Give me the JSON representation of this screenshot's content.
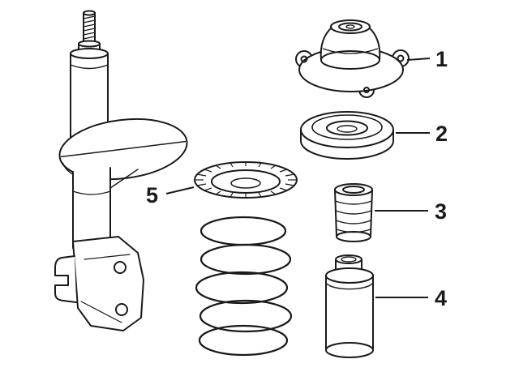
{
  "diagram": {
    "background_color": "#ffffff",
    "line_color": "#1a1a1a",
    "callouts": [
      {
        "label": "1"
      },
      {
        "label": "2"
      },
      {
        "label": "3"
      },
      {
        "label": "4"
      },
      {
        "label": "5"
      }
    ]
  }
}
